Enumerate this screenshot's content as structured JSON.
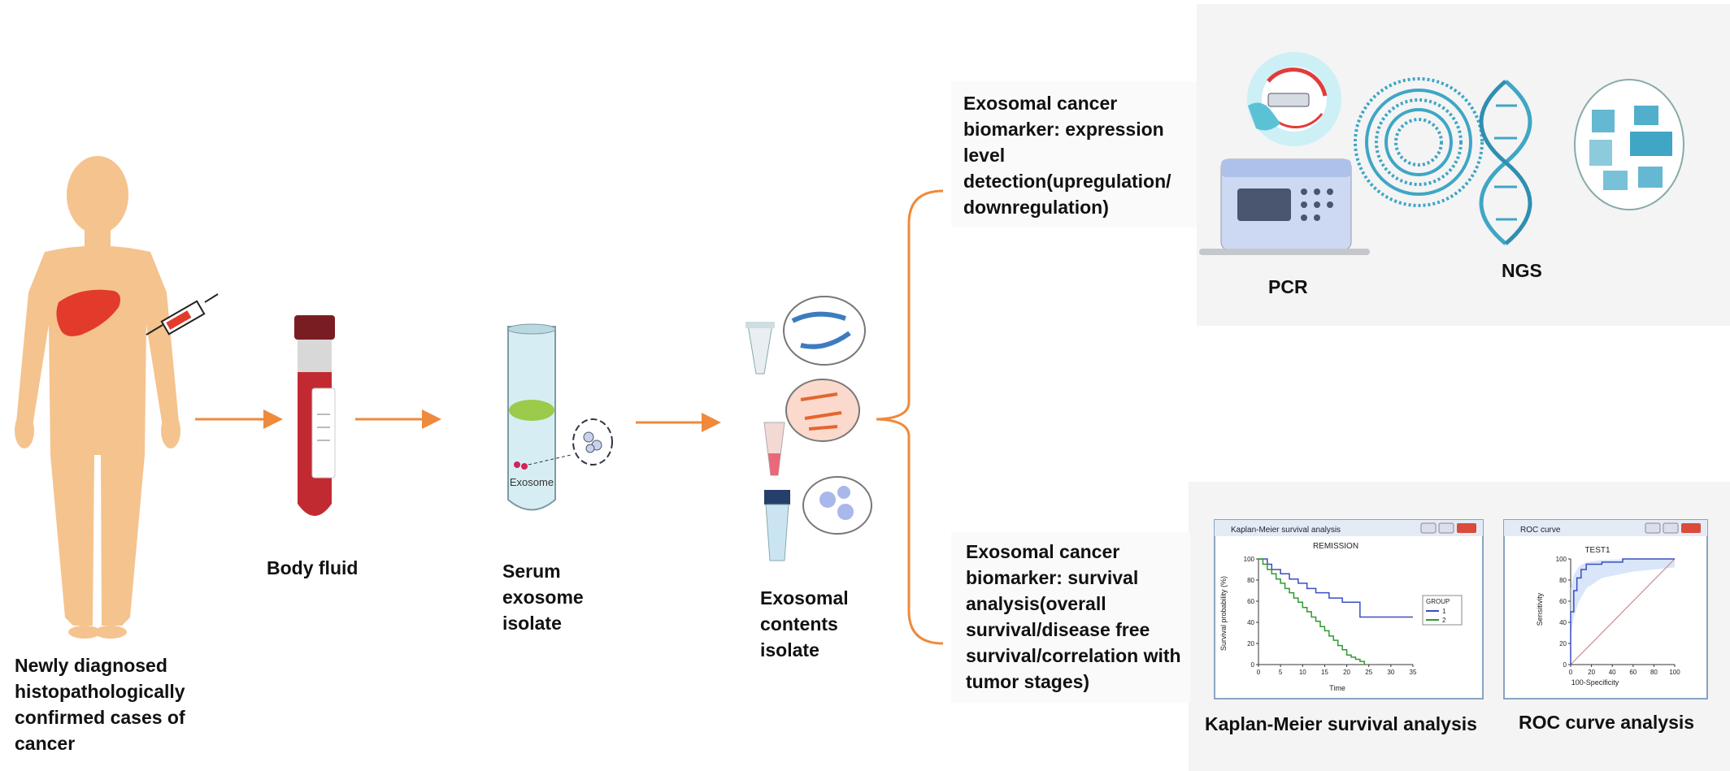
{
  "labels": {
    "patient": "Newly diagnosed histopathologically confirmed cases of cancer",
    "body_fluid": "Body fluid",
    "serum": "Serum exosome isolate",
    "contents": "Exosomal contents isolate",
    "expression": "Exosomal cancer biomarker: expression level detection(upregulation/ downregulation)",
    "survival": "Exosomal cancer biomarker: survival analysis(overall survival/disease free survival/correlation with tumor stages)",
    "pcr": "PCR",
    "ngs": "NGS",
    "km": "Kaplan-Meier survival analysis",
    "roc": "ROC curve analysis"
  },
  "tube_text": "Exosome",
  "km_window": {
    "title_bar": "Kaplan-Meier survival analysis",
    "chart_title": "REMISSION",
    "xlabel": "Time",
    "ylabel": "Survival probability (%)",
    "legend_title": "GROUP",
    "series_names": [
      "1",
      "2"
    ]
  },
  "roc_window": {
    "title_bar": "ROC curve",
    "chart_title": "TEST1",
    "xlabel": "100-Specificity",
    "ylabel": "Sensitivity"
  },
  "chart_data": [
    {
      "type": "line",
      "title": "REMISSION",
      "xlabel": "Time",
      "ylabel": "Survival probability (%)",
      "xlim": [
        0,
        35
      ],
      "ylim": [
        0,
        100
      ],
      "xticks": [
        0,
        5,
        10,
        15,
        20,
        25,
        30,
        35
      ],
      "yticks": [
        0,
        20,
        40,
        60,
        80,
        100
      ],
      "step": true,
      "legend": "right",
      "series": [
        {
          "name": "1",
          "x": [
            0,
            2,
            3,
            5,
            7,
            9,
            11,
            13,
            16,
            19,
            23,
            35
          ],
          "y": [
            100,
            95,
            90,
            86,
            81,
            77,
            72,
            68,
            63,
            59,
            45,
            45
          ]
        },
        {
          "name": "2",
          "x": [
            0,
            1,
            2,
            3,
            4,
            5,
            6,
            7,
            8,
            9,
            10,
            11,
            12,
            13,
            14,
            15,
            16,
            17,
            18,
            19,
            20,
            21,
            22,
            23,
            24
          ],
          "y": [
            100,
            95,
            90,
            86,
            81,
            77,
            72,
            68,
            63,
            59,
            54,
            50,
            45,
            41,
            36,
            32,
            27,
            23,
            18,
            14,
            9,
            7,
            5,
            3,
            0
          ]
        }
      ],
      "colors": [
        "#3a4ec0",
        "#2f9a2f"
      ]
    },
    {
      "type": "line",
      "title": "TEST1",
      "xlabel": "100-Specificity",
      "ylabel": "Sensitivity",
      "xlim": [
        0,
        100
      ],
      "ylim": [
        0,
        100
      ],
      "xticks": [
        0,
        20,
        40,
        60,
        80,
        100
      ],
      "yticks": [
        0,
        20,
        40,
        60,
        80,
        100
      ],
      "step": true,
      "series": [
        {
          "x": [
            0,
            0,
            3,
            3,
            6,
            6,
            10,
            10,
            15,
            15,
            30,
            30,
            50,
            50,
            100
          ],
          "y": [
            0,
            50,
            50,
            70,
            70,
            82,
            82,
            90,
            90,
            95,
            95,
            97,
            97,
            100,
            100
          ]
        }
      ],
      "band_upper": {
        "x": [
          0,
          3,
          8,
          15,
          30,
          60,
          100
        ],
        "y": [
          72,
          85,
          93,
          97,
          99,
          100,
          100
        ]
      },
      "band_lower": {
        "x": [
          0,
          3,
          8,
          15,
          30,
          60,
          100
        ],
        "y": [
          25,
          45,
          60,
          72,
          82,
          88,
          92
        ]
      },
      "reference": {
        "x": [
          0,
          100
        ],
        "y": [
          0,
          100
        ]
      },
      "colors": [
        "#3a4ec0",
        "#c98a8a"
      ]
    }
  ]
}
